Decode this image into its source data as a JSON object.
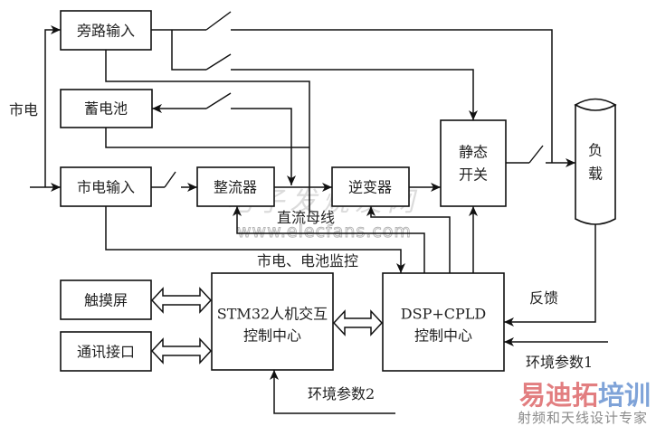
{
  "diagram": {
    "blocks": {
      "bypass_input": "旁路输入",
      "battery": "蓄电池",
      "mains_input": "市电输入",
      "rectifier": "整流器",
      "inverter": "逆变器",
      "static_switch_line1": "静态",
      "static_switch_line2": "开关",
      "load_line1": "负",
      "load_line2": "载",
      "touchscreen": "触摸屏",
      "comm_interface": "通讯接口",
      "stm32_line1": "STM32人机交互",
      "stm32_line2": "控制中心",
      "dsp_line1": "DSP+CPLD",
      "dsp_line2": "控制中心"
    },
    "labels": {
      "mains": "市电",
      "dc_bus": "直流母线",
      "mains_battery_monitor": "市电、电池监控",
      "feedback": "反馈",
      "env_params_1": "环境参数1",
      "env_params_2": "环境参数2"
    }
  },
  "watermarks": {
    "site_cn": "电子发烧友网",
    "site_url": "www.elecfans.com",
    "brand_red": "易迪拓",
    "brand_blue": "培训",
    "brand_tagline": "射频和天线设计专家",
    "colors": {
      "brand_red": "#e27e80",
      "brand_blue": "#7fa3d8"
    }
  }
}
